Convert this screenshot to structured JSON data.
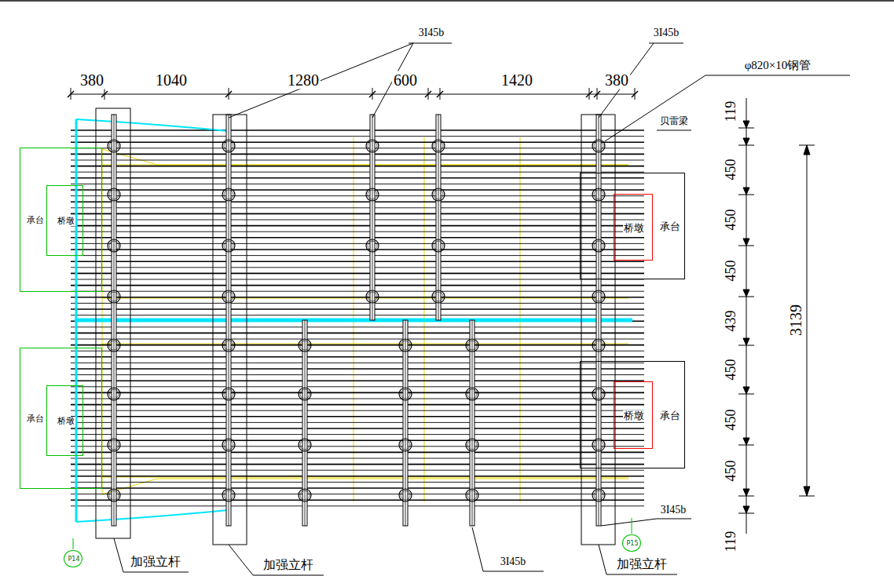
{
  "diagram": {
    "nodes": [
      {
        "text": [
          "承台"
        ]
      },
      {
        "text": [
          "桥墩"
        ],
        "in": 0
      },
      {
        "text": [
          "承台"
        ]
      },
      {
        "text": [
          "桥墩"
        ],
        "in": 2
      },
      {
        "text": [
          "承台"
        ]
      },
      {
        "text": [
          "桥墩"
        ],
        "in": 4
      },
      {
        "text": [
          "承台"
        ]
      },
      {
        "text": [
          "桥墩"
        ],
        "in": 6
      },
      {
        "text": [
          "P14"
        ]
      },
      {
        "text": [
          "P15"
        ]
      }
    ],
    "edges": [],
    "labels": [
      "380",
      "1040",
      "1280",
      "600",
      "1420",
      "380",
      "3I45b",
      "3I45b",
      "φ820×10钢管",
      "贝雷梁",
      "119",
      "450",
      "450",
      "450",
      "439",
      "450",
      "450",
      "450",
      "119",
      "3139",
      "3I45b",
      "加强立杆",
      "加强立杆",
      "3I45b",
      "加强立杆"
    ]
  }
}
